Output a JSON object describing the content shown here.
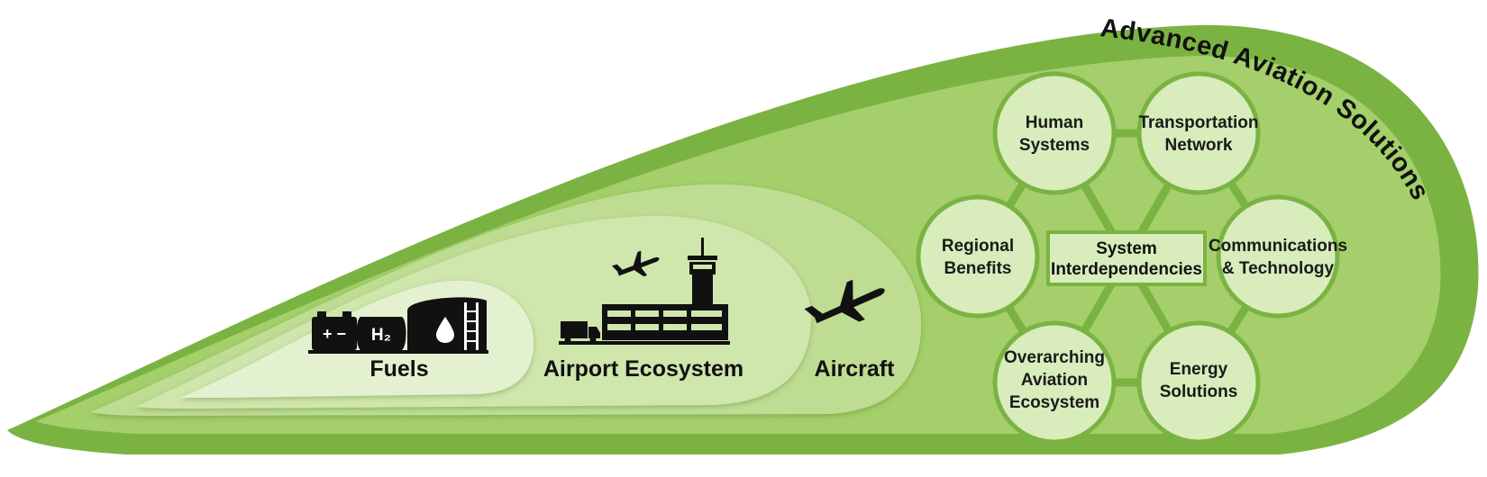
{
  "diagram": {
    "title": "Advanced Aviation Solutions",
    "zones": {
      "fuels": "Fuels",
      "airport": "Airport Ecosystem",
      "aircraft": "Aircraft"
    },
    "fuel_icons": {
      "battery_symbol": "+ −",
      "hydrogen_symbol": "H₂"
    },
    "center": {
      "line1": "System",
      "line2": "Interdependencies"
    },
    "nodes": {
      "human": [
        "Human",
        "Systems"
      ],
      "transport": [
        "Transportation",
        "Network"
      ],
      "regional": [
        "Regional",
        "Benefits"
      ],
      "comms": [
        "Communications",
        "& Technology"
      ],
      "overarching": [
        "Overarching",
        "Aviation",
        "Ecosystem"
      ],
      "energy": [
        "Energy",
        "Solutions"
      ]
    },
    "icons": [
      "battery-icon",
      "hydrogen-tank-icon",
      "fuel-storage-tank-icon",
      "airplane-takeoff-icon",
      "fuel-truck-icon",
      "control-tower-icon",
      "terminal-building-icon",
      "aircraft-icon"
    ],
    "colors": {
      "outer_dark": "#7bb343",
      "outer_mid": "#a4cf6a",
      "band_light": "#bedd93",
      "airport_fill": "#cfe6ad",
      "fuels_fill": "#e4f1d0",
      "node_fill": "#d8ecbc",
      "node_border": "#7bb343",
      "icon": "#111111"
    }
  }
}
